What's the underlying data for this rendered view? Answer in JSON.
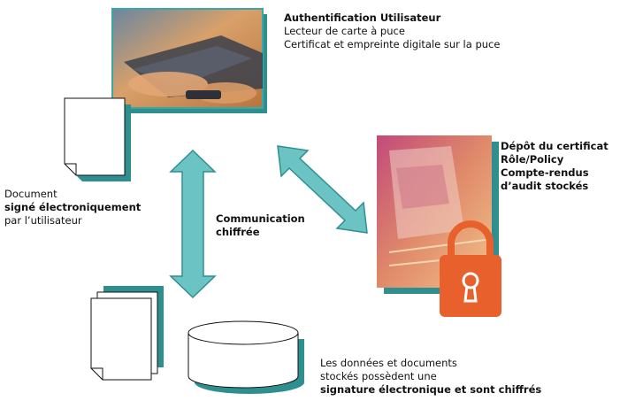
{
  "auth": {
    "title": "Authentification Utilisateur",
    "line1": "Lecteur de carte à puce",
    "line2": "Certificat et empreinte digitale sur la puce"
  },
  "server": {
    "line1": "Dépôt du certificat",
    "line2": "Rôle/Policy",
    "line3": "Compte-rendus",
    "line4": "d’audit stockés"
  },
  "document": {
    "line1": "Document",
    "line2": "signé électroniquement",
    "line3": "par l’utilisateur"
  },
  "channel": {
    "line1": "Communication",
    "line2": "chiffrée"
  },
  "storage": {
    "line1": "Les données et documents",
    "line2": "stockés possèdent une",
    "line3": "signature électronique et sont chiffrés"
  },
  "colors": {
    "arrow": "#6cc3c3",
    "arrow_stroke": "#2f8f8f",
    "frame": "#3aa6a6",
    "lock": "#e8602c"
  }
}
